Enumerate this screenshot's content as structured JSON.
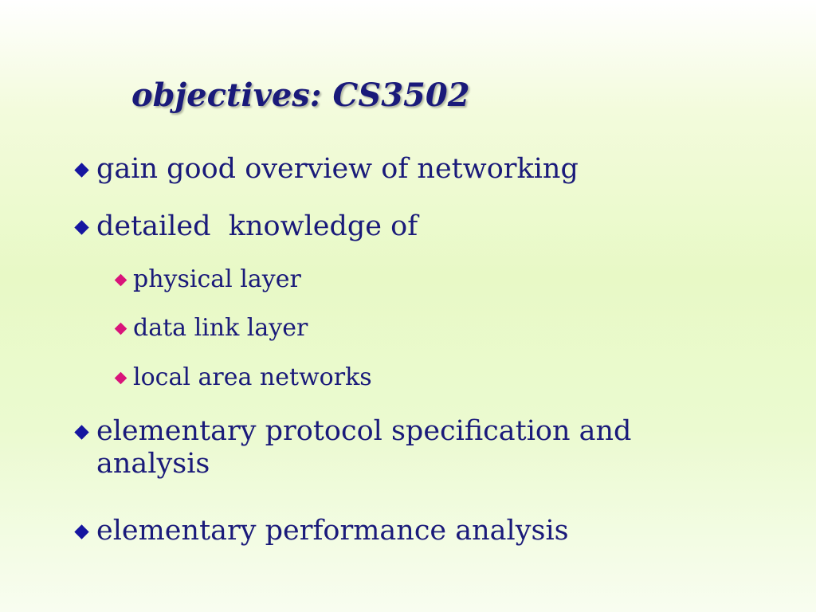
{
  "slide": {
    "title": "objectives: CS3502",
    "bullets": [
      {
        "level": 1,
        "text": "gain good overview of networking"
      },
      {
        "level": 1,
        "text": "detailed  knowledge of"
      },
      {
        "level": 2,
        "text": "physical layer"
      },
      {
        "level": 2,
        "text": "data link layer"
      },
      {
        "level": 2,
        "text": "local area networks"
      },
      {
        "level": 1,
        "text": "elementary protocol specification and analysis"
      },
      {
        "level": 1,
        "text": "elementary performance analysis"
      }
    ]
  },
  "colors": {
    "text": "#1a1a7a",
    "bullet_level1": "#1616a0",
    "bullet_level2": "#d9147a",
    "background": "#e8f9c6"
  },
  "icons": {
    "bullet_level1": "diamond-bullet-icon",
    "bullet_level2": "diamond-bullet-icon"
  }
}
